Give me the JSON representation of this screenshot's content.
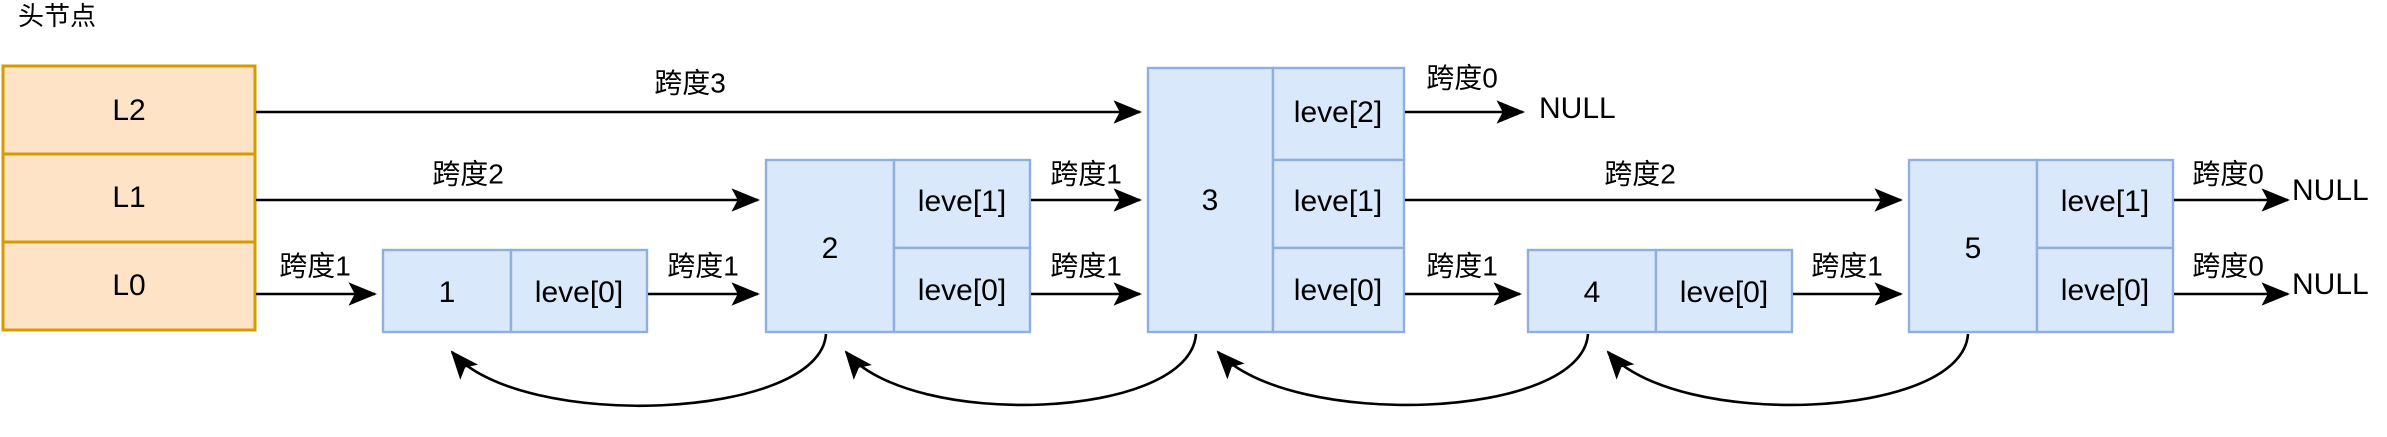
{
  "diagram": {
    "title": "头节点",
    "type": "skiplist",
    "null_label": "NULL",
    "header_node": {
      "name": "header",
      "levels": [
        "L2",
        "L1",
        "L0"
      ]
    },
    "nodes": [
      {
        "id": "n1",
        "value": "1",
        "levels": [
          "leve[0]"
        ]
      },
      {
        "id": "n2",
        "value": "2",
        "levels": [
          "leve[1]",
          "leve[0]"
        ]
      },
      {
        "id": "n3",
        "value": "3",
        "levels": [
          "leve[2]",
          "leve[1]",
          "leve[0]"
        ]
      },
      {
        "id": "n4",
        "value": "4",
        "levels": [
          "leve[0]"
        ]
      },
      {
        "id": "n5",
        "value": "5",
        "levels": [
          "leve[1]",
          "leve[0]"
        ]
      }
    ],
    "forward_edges": [
      {
        "level": "L2",
        "from": "header",
        "to": "n3",
        "span": "跨度3"
      },
      {
        "level": "L2",
        "from": "n3",
        "to": "NULL",
        "span": "跨度0"
      },
      {
        "level": "L1",
        "from": "header",
        "to": "n2",
        "span": "跨度2"
      },
      {
        "level": "L1",
        "from": "n2",
        "to": "n3",
        "span": "跨度1"
      },
      {
        "level": "L1",
        "from": "n3",
        "to": "n5",
        "span": "跨度2"
      },
      {
        "level": "L1",
        "from": "n5",
        "to": "NULL",
        "span": "跨度0"
      },
      {
        "level": "L0",
        "from": "header",
        "to": "n1",
        "span": "跨度1"
      },
      {
        "level": "L0",
        "from": "n1",
        "to": "n2",
        "span": "跨度1"
      },
      {
        "level": "L0",
        "from": "n2",
        "to": "n3",
        "span": "跨度1"
      },
      {
        "level": "L0",
        "from": "n3",
        "to": "n4",
        "span": "跨度1"
      },
      {
        "level": "L0",
        "from": "n4",
        "to": "n5",
        "span": "跨度1"
      },
      {
        "level": "L0",
        "from": "n5",
        "to": "NULL",
        "span": "跨度0"
      }
    ],
    "backward_edges": [
      {
        "from": "n2",
        "to": "n1"
      },
      {
        "from": "n3",
        "to": "n2"
      },
      {
        "from": "n4",
        "to": "n3"
      },
      {
        "from": "n5",
        "to": "n4"
      }
    ],
    "colors": {
      "header_fill": "#ffe3c6",
      "header_stroke": "#d79b00",
      "node_fill": "#dae8fc",
      "node_stroke": "#8fb0dd",
      "edge": "#000000",
      "background": "#ffffff"
    }
  }
}
